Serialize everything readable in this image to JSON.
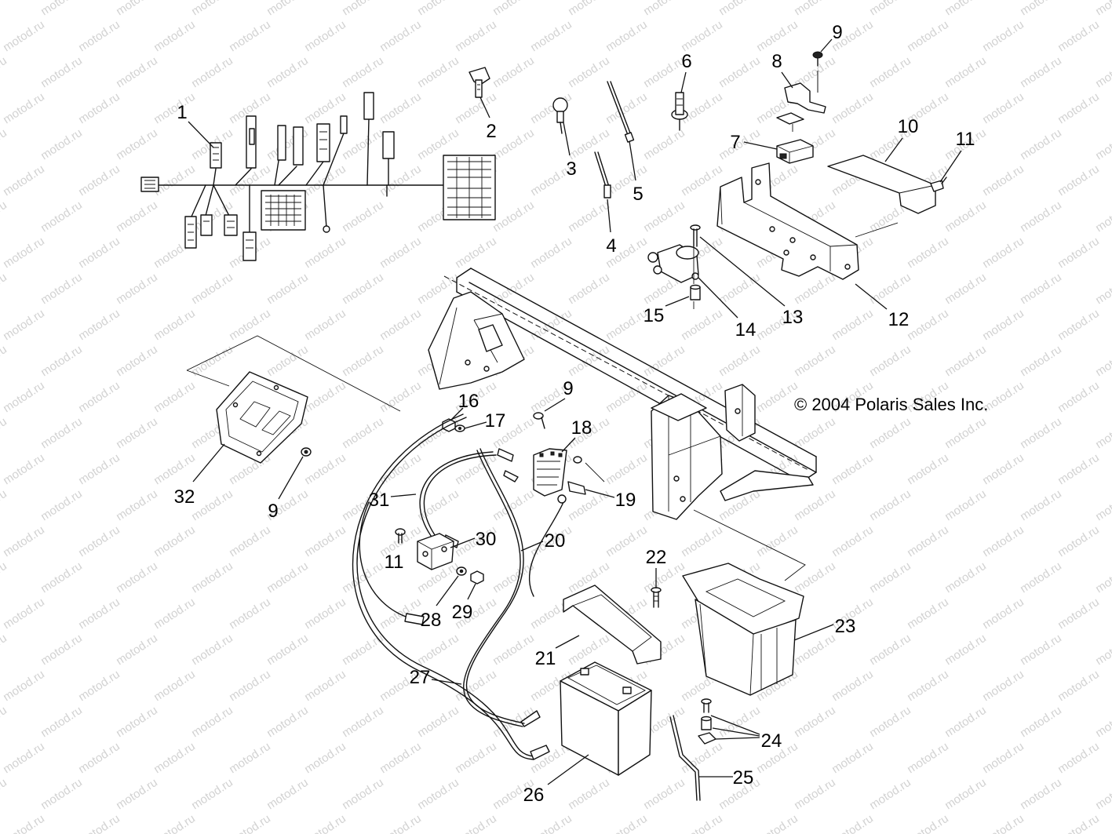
{
  "watermark": "motod.ru",
  "copyright": "© 2004 Polaris Sales Inc.",
  "callouts": [
    "1",
    "2",
    "3",
    "4",
    "5",
    "6",
    "7",
    "8",
    "9",
    "10",
    "11",
    "12",
    "13",
    "14",
    "15",
    "9",
    "16",
    "17",
    "18",
    "19",
    "20",
    "30",
    "31",
    "32",
    "9",
    "11",
    "28",
    "29",
    "22",
    "23",
    "21",
    "27",
    "24",
    "25",
    "26"
  ]
}
